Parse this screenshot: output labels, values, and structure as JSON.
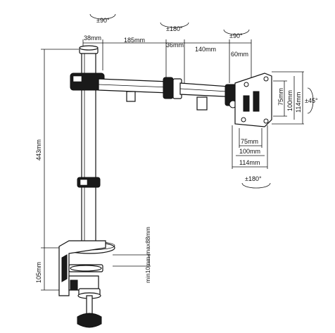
{
  "rotation_labels": {
    "arm_joint_1": "±90°",
    "arm_joint_2": "±180°",
    "arm_joint_3": "±90°",
    "head_tilt": "±45°",
    "head_swivel": "±180°"
  },
  "arm_dimensions": {
    "d1": "38mm",
    "d2": "185mm",
    "d3": "36mm",
    "d4": "140mm",
    "d5": "60mm"
  },
  "vertical_dimensions": {
    "pole_height": "443mm",
    "clamp_height": "105mm",
    "desk_thickness": "min10mm-max88mm"
  },
  "vesa_dimensions": {
    "v75_vertical": "75mm",
    "v100_vertical": "100mm",
    "v114_vertical": "114mm",
    "v75_horizontal": "75mm",
    "v100_horizontal": "100mm",
    "v114_horizontal": "114mm"
  }
}
